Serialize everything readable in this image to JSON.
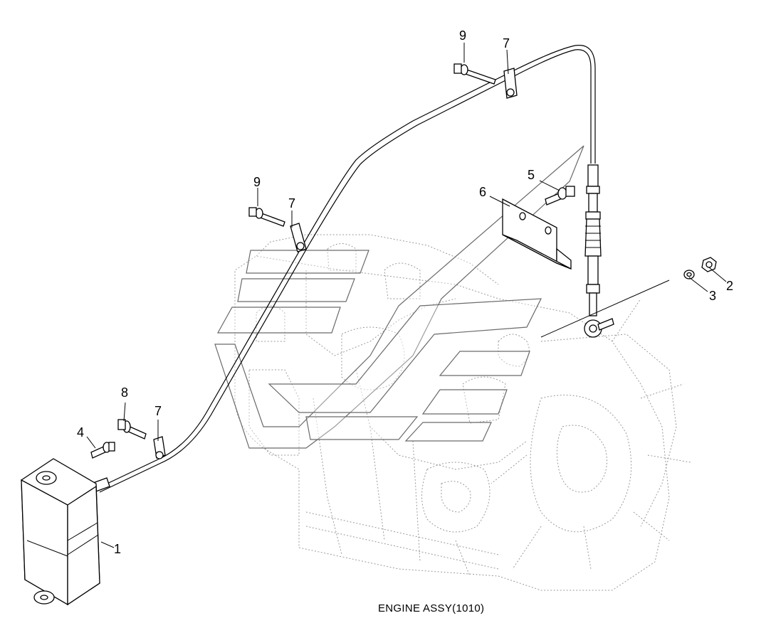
{
  "diagram": {
    "caption": "ENGINE ASSY(1010)",
    "callouts": [
      {
        "id": "c1",
        "label": "1"
      },
      {
        "id": "c2",
        "label": "2"
      },
      {
        "id": "c3",
        "label": "3"
      },
      {
        "id": "c4",
        "label": "4"
      },
      {
        "id": "c5",
        "label": "5"
      },
      {
        "id": "c6",
        "label": "6"
      },
      {
        "id": "c7a",
        "label": "7"
      },
      {
        "id": "c7b",
        "label": "7"
      },
      {
        "id": "c7c",
        "label": "7"
      },
      {
        "id": "c8",
        "label": "8"
      },
      {
        "id": "c9a",
        "label": "9"
      },
      {
        "id": "c9b",
        "label": "9"
      }
    ],
    "colors": {
      "line": "#000000",
      "engine_outline": "#9a9a9a",
      "background": "#ffffff"
    }
  }
}
